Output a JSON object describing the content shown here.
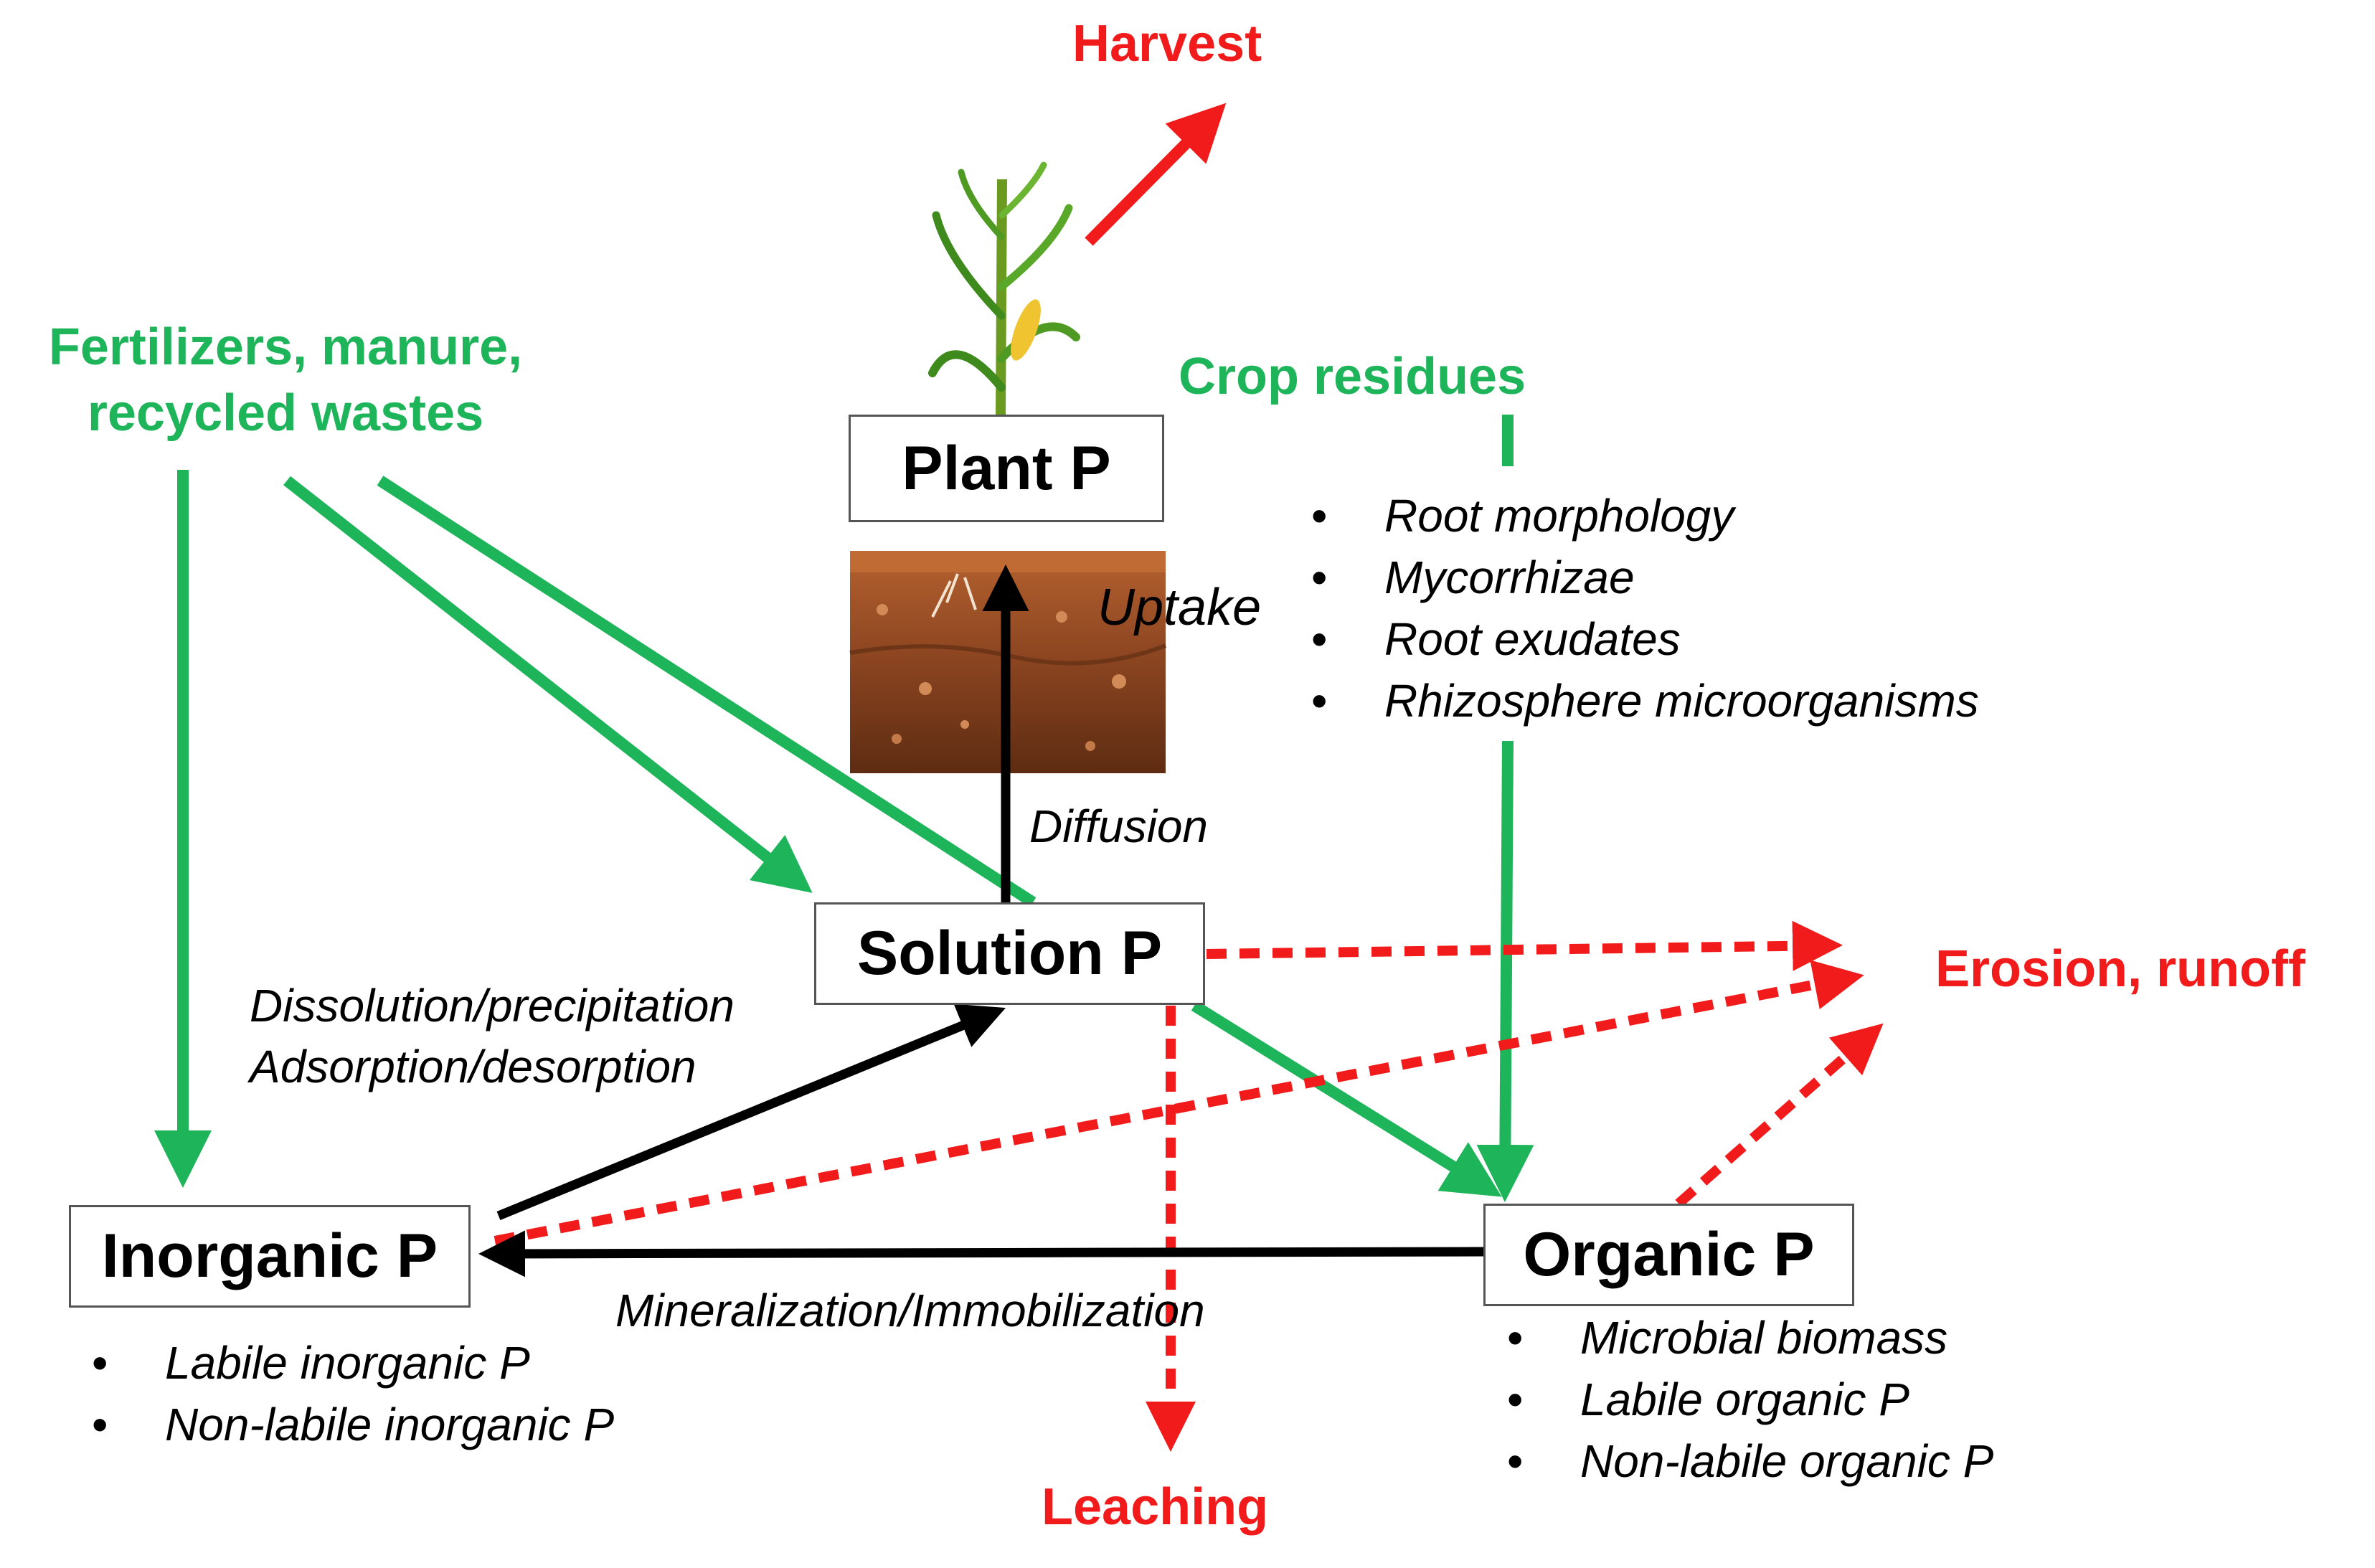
{
  "pools": {
    "plant": "Plant P",
    "solution": "Solution P",
    "inorganic": "Inorganic P",
    "organic": "Organic P"
  },
  "inputs": {
    "fertilizers_line1": "Fertilizers, manure,",
    "fertilizers_line2": "recycled wastes",
    "crop_residues": "Crop residues"
  },
  "losses": {
    "harvest": "Harvest",
    "erosion": "Erosion, runoff",
    "leaching": "Leaching"
  },
  "processes": {
    "uptake": "Uptake",
    "diffusion": "Diffusion",
    "dissolution": "Dissolution/precipitation",
    "adsorption": "Adsorption/desorption",
    "mineralization": "Mineralization/Immobilization"
  },
  "rhizosphere_factors": [
    "Root morphology",
    "Mycorrhizae",
    "Root exudates",
    "Rhizosphere microorganisms"
  ],
  "inorganic_fractions": [
    "Labile inorganic P",
    "Non-labile inorganic P"
  ],
  "organic_fractions": [
    "Microbial biomass",
    "Labile organic P",
    "Non-labile organic P"
  ],
  "colors": {
    "input": "#1db45a",
    "loss": "#f21b1b",
    "transform": "#000000"
  }
}
